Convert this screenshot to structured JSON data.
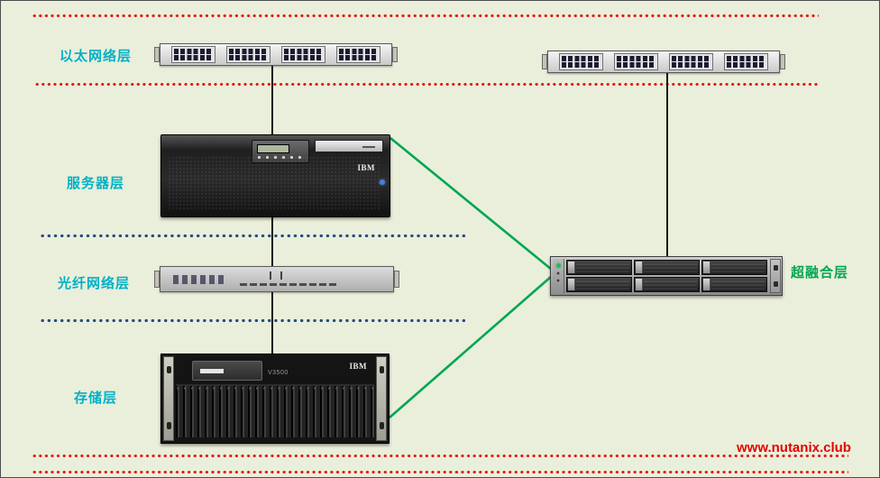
{
  "diagram": {
    "labels": {
      "ethernet": "以太网络层",
      "server": "服务器层",
      "fiber": "光纤网络层",
      "storage": "存储层",
      "hci": "超融合层"
    },
    "devices": {
      "server_brand": "IBM",
      "storage_brand": "IBM",
      "storage_model": "V3500"
    },
    "watermark": "www.nutanix.club",
    "colors": {
      "background": "#e9efda",
      "layer_label_teal": "#00b0c8",
      "hci_label_green": "#00a651",
      "red_dotted": "#e61919",
      "blue_dotted": "#264a80",
      "green_link": "#00a651",
      "black_link": "#141414"
    }
  }
}
